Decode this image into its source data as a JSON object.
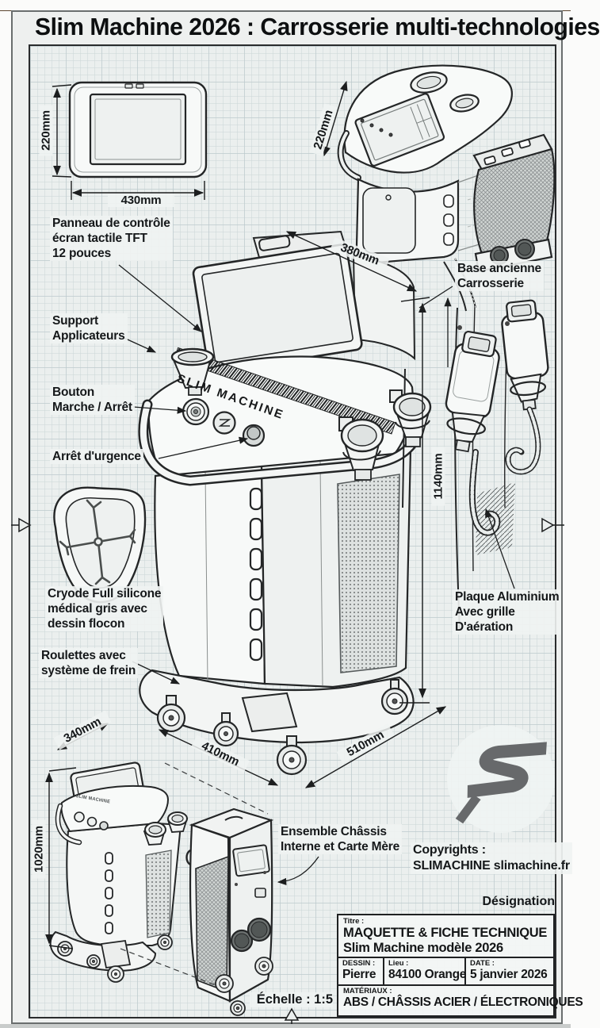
{
  "title": "Slim Machine 2026 : Carrosserie multi-technologies",
  "brand": {
    "name": "SLIM MACHINE",
    "watermark_letter": "S"
  },
  "labels": {
    "panel": [
      "Panneau de contrôle",
      "écran tactile TFT",
      "12 pouces"
    ],
    "support": [
      "Support",
      "Applicateurs"
    ],
    "power": [
      "Bouton",
      "Marche / Arrêt"
    ],
    "emergency": "Arrêt d'urgence",
    "cryode": [
      "Cryode Full silicone",
      "médical gris avec",
      "dessin flocon"
    ],
    "casters": [
      "Roulettes avec",
      "système de frein"
    ],
    "base": [
      "Base ancienne",
      "Carrosserie"
    ],
    "plate": [
      "Plaque Aluminium",
      "Avec grille",
      "D'aération"
    ],
    "chassis": [
      "Ensemble Châssis",
      "Interne et Carte Mère"
    ],
    "copyright": [
      "Copyrights :",
      "SLIMACHINE slimachine.fr"
    ]
  },
  "dims": {
    "panel_h": "220mm",
    "panel_w": "430mm",
    "base_h": "220mm",
    "base_w": "380mm",
    "main_h": "1140mm",
    "small_w": "340mm",
    "front_w": "410mm",
    "side_w": "510mm",
    "small_h": "1020mm"
  },
  "titleblock": {
    "designation": "Désignation",
    "titre_label": "Titre :",
    "titre_line1": "MAQUETTE & FICHE TECHNIQUE",
    "titre_line2": "Slim Machine modèle 2026",
    "dessin_label": "DESSIN :",
    "dessin_value": "Pierre",
    "lieu_label": "Lieu :",
    "lieu_value": "84100 Orange",
    "date_label": "DATE :",
    "date_value": "5 janvier 2026",
    "materiaux_label": "MATÉRIAUX :",
    "materiaux_value": "ABS / CHÂSSIS ACIER / ÉLECTRONIQUES",
    "scale": "Échelle : 1:5"
  },
  "colors": {
    "paper": "#ebefee",
    "grid": "#c9d2d4",
    "ink": "#1c1e1f",
    "wood": "#b08c60",
    "logo_gray": "#67696b"
  }
}
